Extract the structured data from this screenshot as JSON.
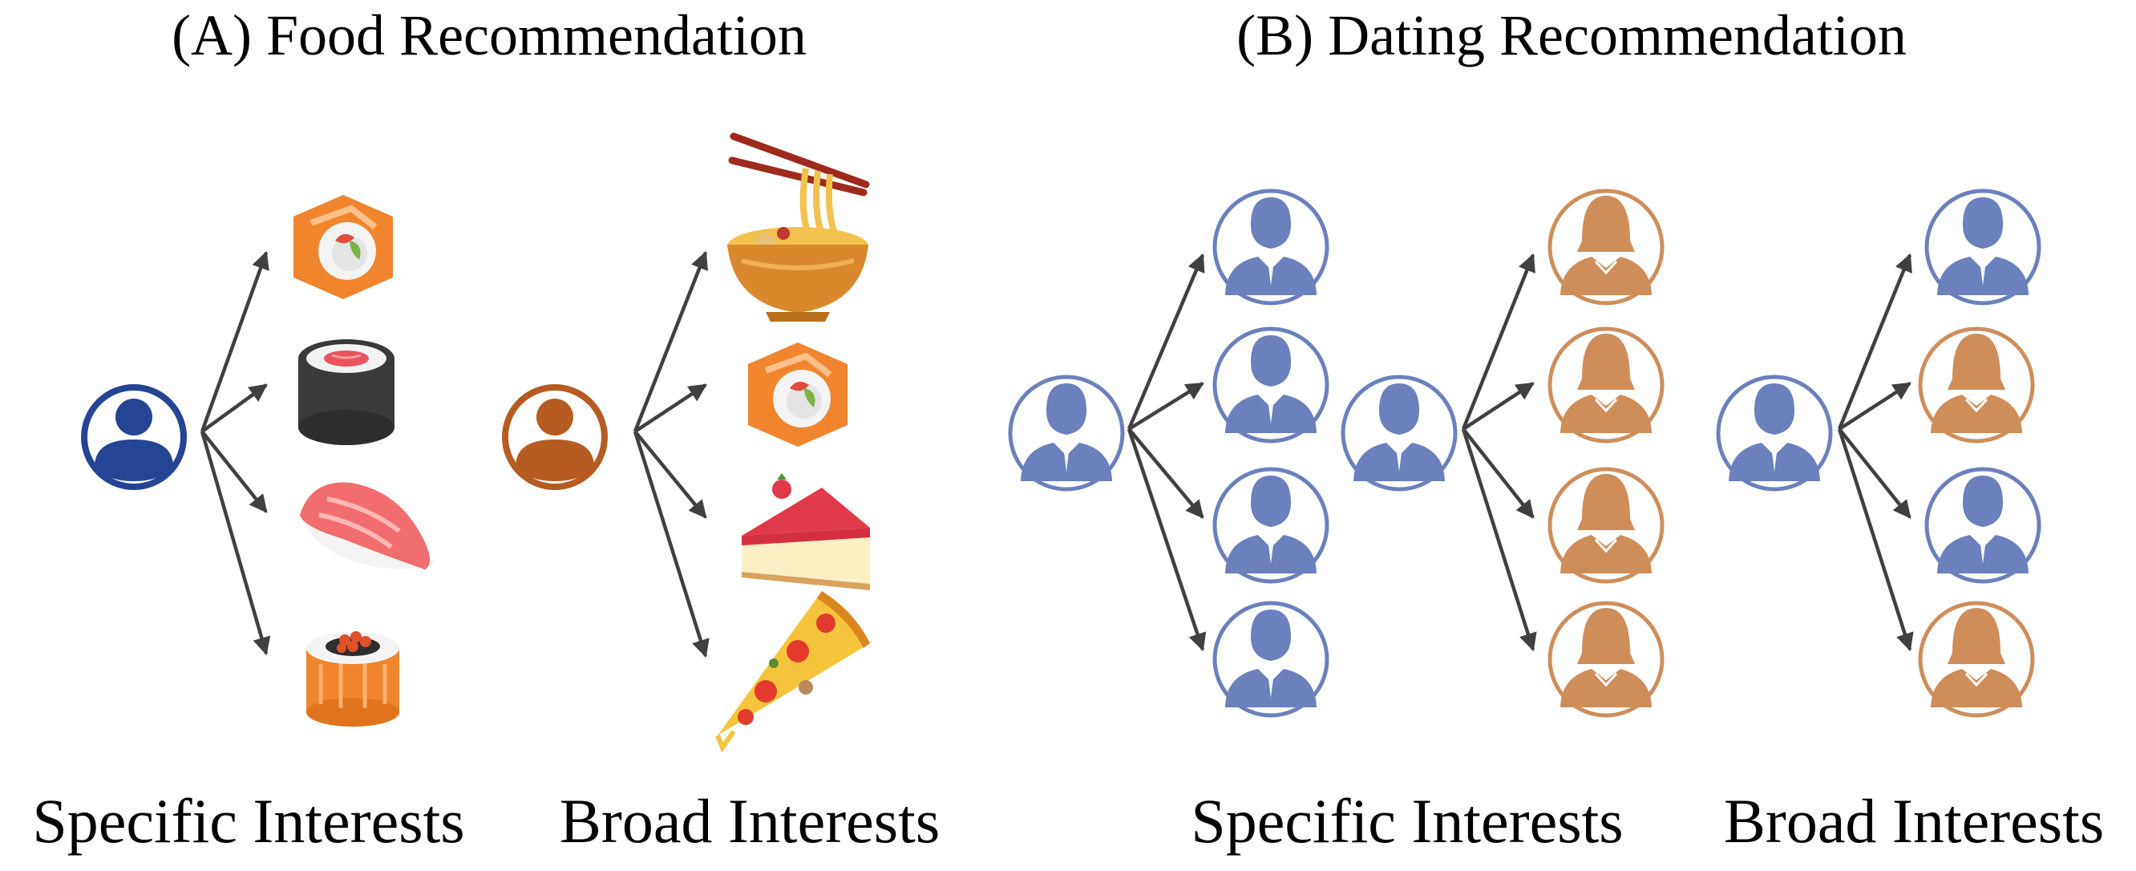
{
  "panels": [
    {
      "title": "(A) Food Recommendation",
      "captions": [
        "Specific Interests",
        "Broad Interests"
      ],
      "groups": [
        {
          "source": "user-blue",
          "items": [
            "salmon-roll",
            "tuna-roll",
            "salmon-nigiri",
            "roe-roll"
          ]
        },
        {
          "source": "user-orange",
          "items": [
            "noodle-bowl",
            "salmon-roll",
            "cheesecake",
            "pizza"
          ]
        }
      ]
    },
    {
      "title": "(B) Dating Recommendation",
      "captions": [
        "Specific Interests",
        "Broad Interests"
      ],
      "groups": [
        {
          "source": "male-blue",
          "items": [
            "male-blue",
            "male-blue",
            "male-blue",
            "male-blue"
          ]
        },
        {
          "source": "male-blue",
          "items": [
            "female-orange",
            "female-orange",
            "female-orange",
            "female-orange"
          ]
        },
        {
          "source": "male-blue",
          "items": [
            "male-blue",
            "female-orange",
            "male-blue",
            "female-orange"
          ]
        }
      ]
    }
  ],
  "colors": {
    "dark_blue": "#244494",
    "brown_orange": "#B65B22",
    "slate_blue": "#6B80BC",
    "tan_orange": "#CF8D5A",
    "arrow": "#404040"
  }
}
